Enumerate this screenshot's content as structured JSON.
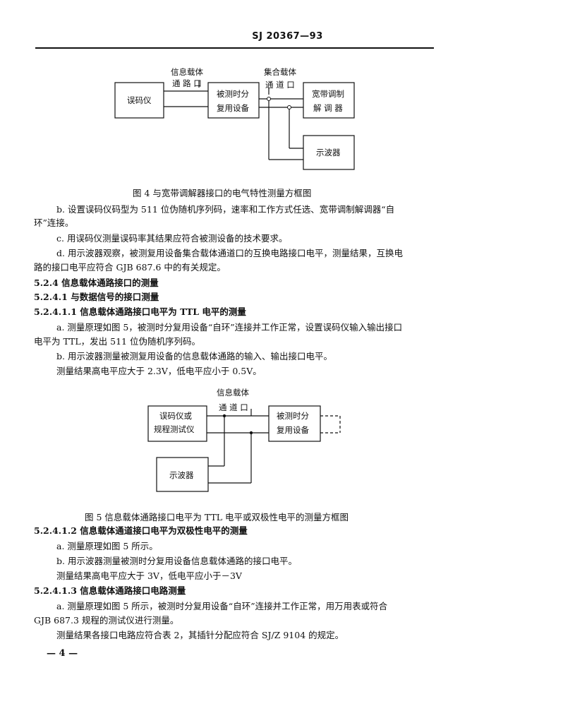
{
  "header": "SJ 20367—93",
  "fig4": {
    "label_top_left_1": "信息载体",
    "label_top_left_2": "通 路 口",
    "label_top_right_1": "集合载体",
    "label_top_right_2": "通 道 口",
    "box_tester": "误码仪",
    "box_mux_1": "被测时分",
    "box_mux_2": "复用设备",
    "box_modem_1": "宽带调制",
    "box_modem_2": "解 调 器",
    "box_scope": "示波器",
    "caption": "图 4  与宽带调解器接口的电气特性测量方框图"
  },
  "fig5": {
    "label_top_1": "信息载体",
    "label_top_2": "通 道 口",
    "box_tester_1": "误码仪或",
    "box_tester_2": "规程测试仪",
    "box_mux_1": "被测时分",
    "box_mux_2": "复用设备",
    "box_scope": "示波器",
    "caption": "图 5  信息载体通路接口电平为 TTL 电平或双极性电平的测量方框图"
  },
  "body": {
    "l01": "b. 设置误码仪码型为 511 位伪随机序列码，速率和工作方式任选、宽带调制解调器“自",
    "l02": "环”连接。",
    "l03": "c. 用误码仪测量误码率其结果应符合被测设备的技术要求。",
    "l04": "d. 用示波器观察，被测复用设备集合载体通道口的互换电路接口电平，测量结果，互换电",
    "l05": "路的接口电平应符合 GJB 687.6 中的有关规定。",
    "l06": "5.2.4  信息载体通路接口的测量",
    "l07": "5.2.4.1  与数据信号的接口测量",
    "l08": "5.2.4.1.1  信息载体通路接口电平为 TTL 电平的测量",
    "l09": "a. 测量原理如图 5，被测时分复用设备“自环”连接并工作正常，设置误码仪输入输出接口",
    "l10": "电平为 TTL，发出 511 位伪随机序列码。",
    "l11": "b. 用示波器测量被测复用设备的信息载体通路的输入、输出接口电平。",
    "l12": "测量结果高电平应大于 2.3V，低电平应小于 0.5V。",
    "l13": "5.2.4.1.2  信息载体通道接口电平为双极性电平的测量",
    "l14": "a. 测量原理如图 5 所示。",
    "l15": "b. 用示波器测量被测时分复用设备信息载体通路的接口电平。",
    "l16": "测量结果高电平应大于 3V，低电平应小于－3V",
    "l17": "5.2.4.1.3  信息载体通路接口电路测量",
    "l18": "a. 测量原理如图 5 所示，被测时分复用设备“自环”连接并工作正常，用万用表或符合",
    "l19": "GJB 687.3 规程的测试仪进行测量。",
    "l20": "测量结果各接口电路应符合表 2，其插针分配应符合 SJ/Z 9104 的规定。"
  },
  "page_number": "— 4 —"
}
